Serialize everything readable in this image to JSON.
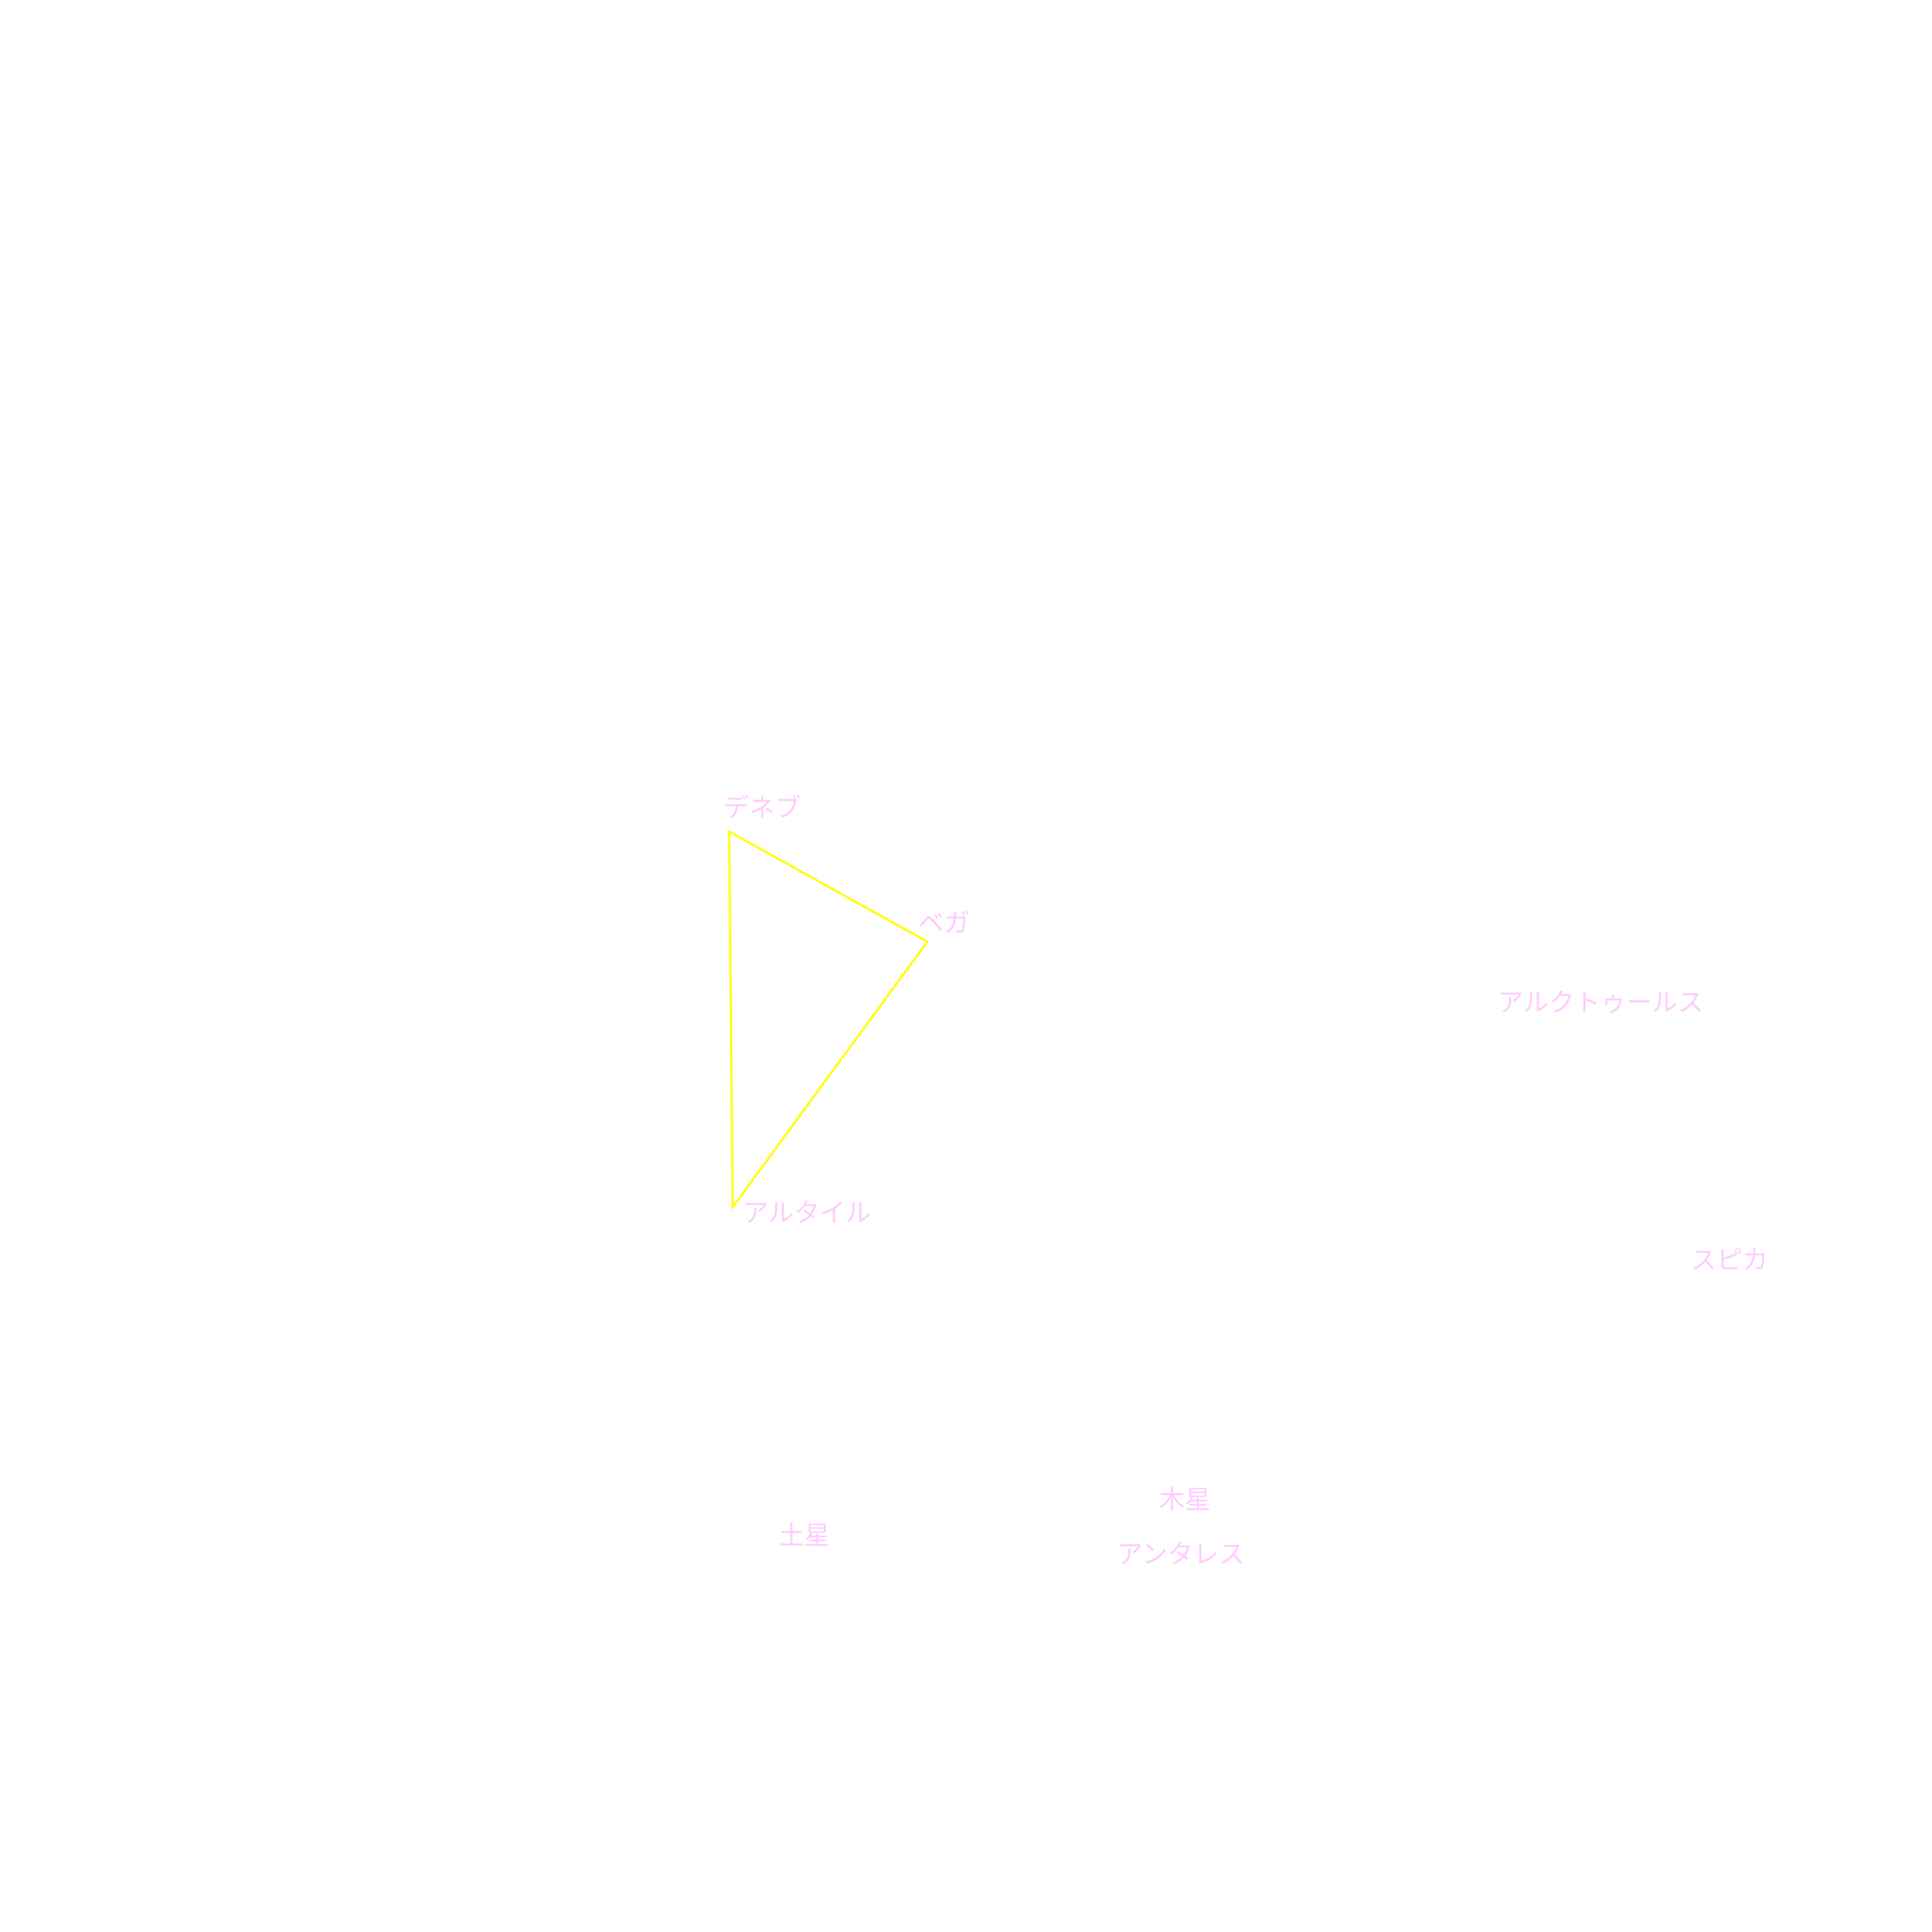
{
  "colors": {
    "background": "#ffffff",
    "label": "#ffccff",
    "triangle": "#ffff00"
  },
  "labels": {
    "deneb": "デネブ",
    "vega": "ベガ",
    "altair": "アルタイル",
    "arcturus": "アルクトゥールス",
    "spica": "スピカ",
    "jupiter": "木星",
    "saturn": "土星",
    "antares": "アンタレス"
  }
}
